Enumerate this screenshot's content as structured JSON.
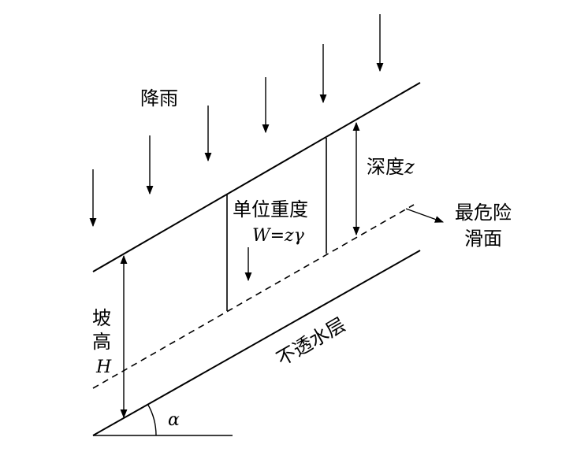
{
  "labels": {
    "rainfall": "降雨",
    "depth_text": "深度",
    "depth_var": "z",
    "unit_weight": "单位重度",
    "weight_formula": "W=zγ",
    "critical_slip_line1": "最危险",
    "critical_slip_line2": "滑面",
    "slope_height_line1": "坡",
    "slope_height_line2": "高",
    "slope_height_var": "H",
    "impermeable_layer": "不透水层",
    "angle": "α"
  },
  "colors": {
    "stroke": "#000000",
    "background": "#ffffff"
  }
}
